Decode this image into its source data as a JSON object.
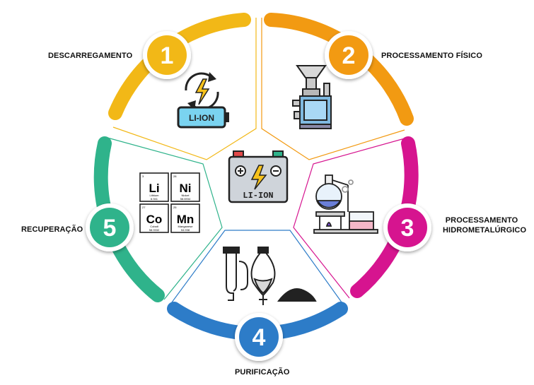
{
  "steps": [
    {
      "number": "1",
      "label": "DESCARREGAMENTO",
      "color": "#f2b817",
      "icon": "battery-recharge-icon"
    },
    {
      "number": "2",
      "label": "PROCESSAMENTO FÍSICO",
      "color": "#f29a12",
      "icon": "shredder-machine-icon"
    },
    {
      "number": "3",
      "label_line1": "PROCESSAMENTO",
      "label_line2": "HIDROMETALÚRGICO",
      "color": "#d6148f",
      "icon": "lab-flasks-icon"
    },
    {
      "number": "4",
      "label": "PURIFICAÇÃO",
      "color": "#2d7cc8",
      "icon": "separation-funnel-icon"
    },
    {
      "number": "5",
      "label": "RECUPERAÇÃO",
      "color": "#2fb38b",
      "icon": "periodic-elements-icon"
    }
  ],
  "center": {
    "battery_text": "LI-ION",
    "icon": "battery-icon"
  },
  "battery_step1": {
    "text": "LI-ION"
  },
  "elements": [
    {
      "number": "3",
      "symbol": "Li",
      "name": "Lithium",
      "mass": "6.941"
    },
    {
      "number": "28",
      "symbol": "Ni",
      "name": "Nickel",
      "mass": "58.6934"
    },
    {
      "number": "27",
      "symbol": "Co",
      "name": "Cobalt",
      "mass": "58.9332"
    },
    {
      "number": "25",
      "symbol": "Mn",
      "name": "Manganese",
      "mass": "54.938"
    }
  ]
}
